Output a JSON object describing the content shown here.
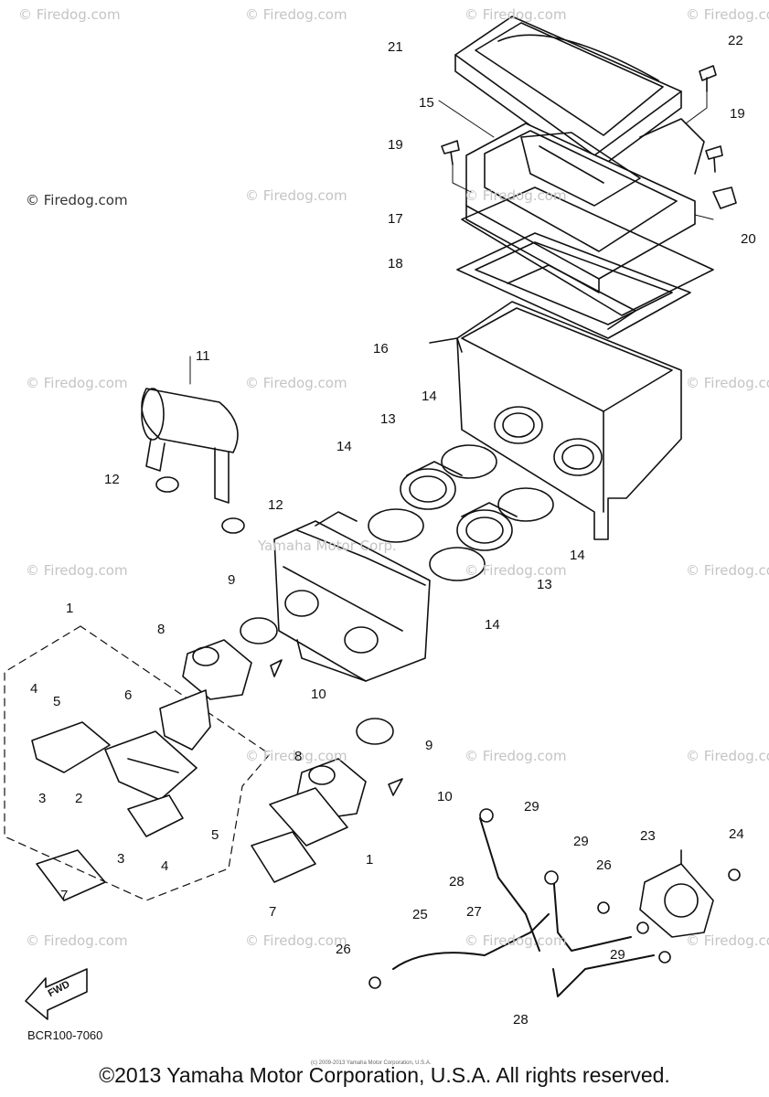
{
  "watermark": "© Firedog.com",
  "overlay_watermark": "Yamaha Motor Corp.",
  "callouts": [
    "1",
    "2",
    "3",
    "4",
    "5",
    "6",
    "7",
    "8",
    "9",
    "10",
    "11",
    "12",
    "13",
    "14",
    "15",
    "16",
    "17",
    "18",
    "19",
    "20",
    "21",
    "22",
    "23",
    "24",
    "25",
    "26",
    "27",
    "28",
    "29"
  ],
  "fwd_label": "FWD",
  "part_code": "BCR100-7060",
  "tiny_text": "(c) 2009-2013 Yamaha Motor Corporation, U.S.A.",
  "copyright": "©2013 Yamaha Motor Corporation, U.S.A. All rights reserved."
}
